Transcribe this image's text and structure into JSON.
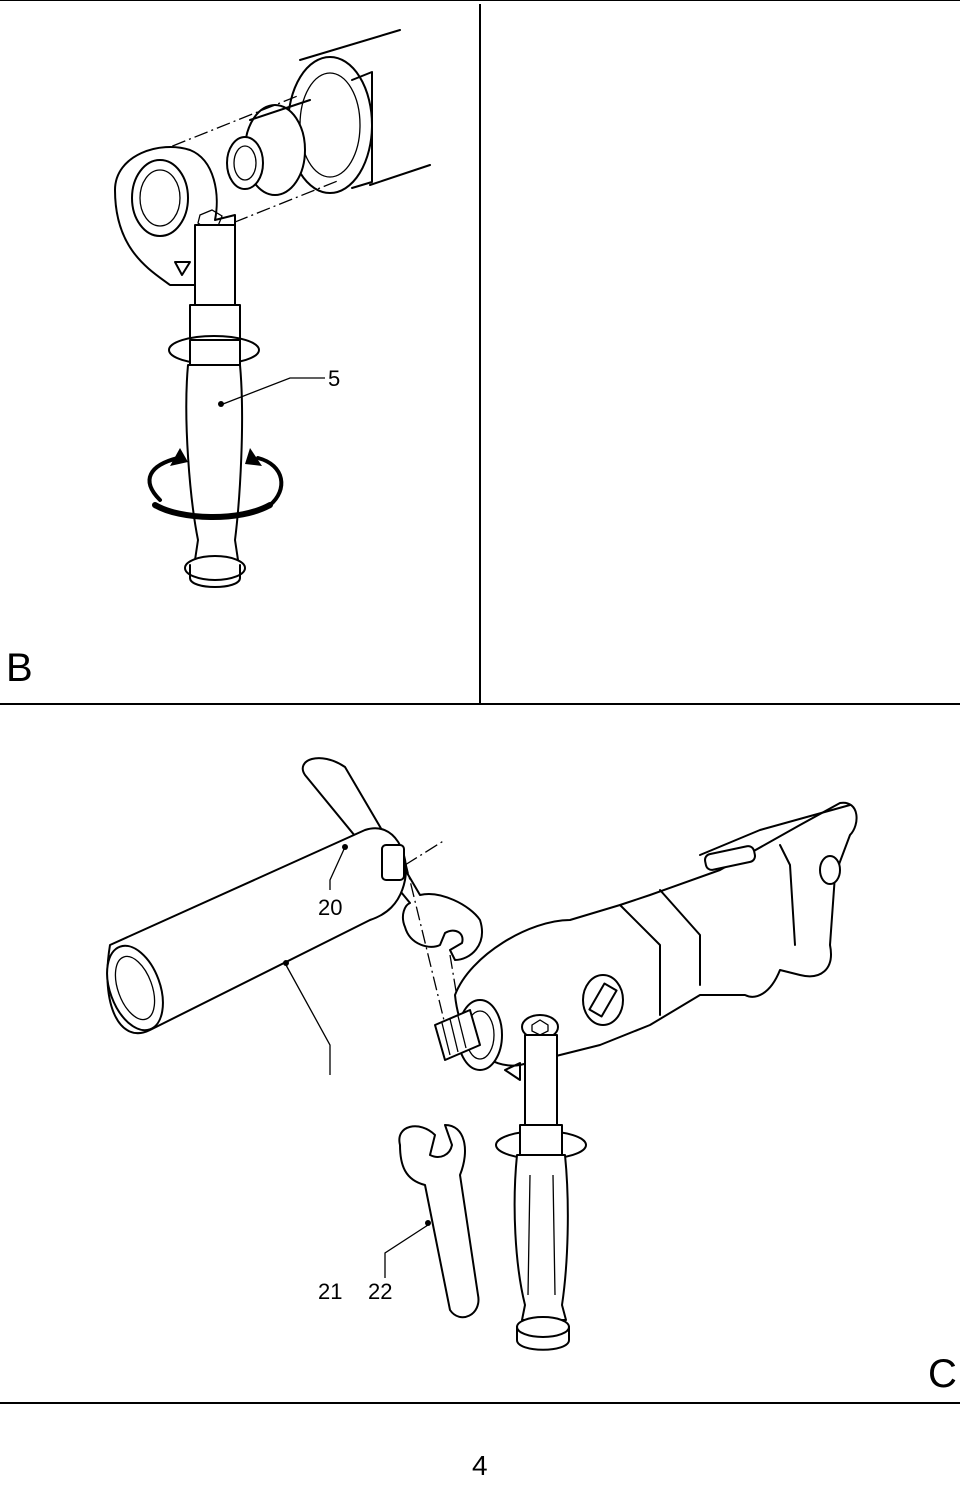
{
  "figure_b": {
    "letter": "B",
    "callouts": {
      "handle": "5"
    }
  },
  "figure_c": {
    "letter": "C",
    "callouts": {
      "wrench_top": "20",
      "core_bit": "21",
      "wrench_bottom": "22"
    }
  },
  "page": {
    "number": "4"
  }
}
